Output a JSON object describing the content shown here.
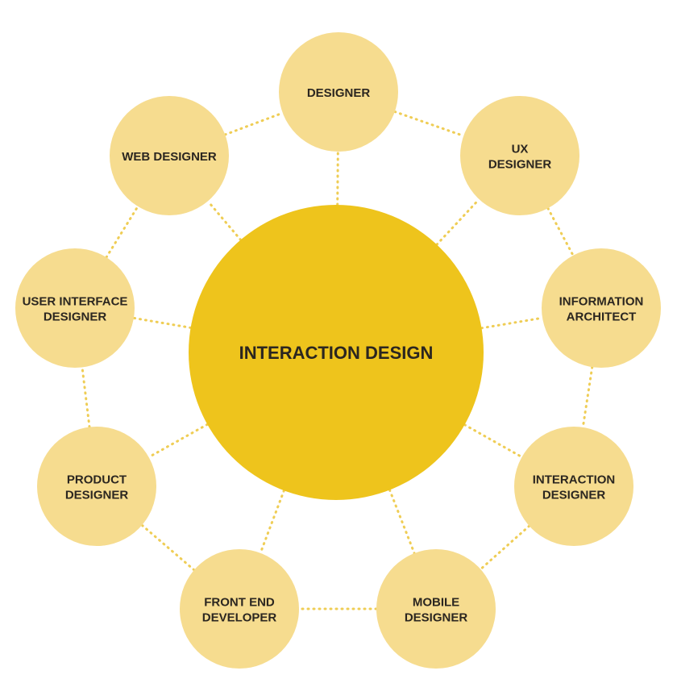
{
  "diagram": {
    "center": {
      "label": "INTERACTION DESIGN"
    },
    "roles": [
      {
        "id": "designer",
        "lines": [
          "DESIGNER"
        ]
      },
      {
        "id": "ux-designer",
        "lines": [
          "UX",
          "DESIGNER"
        ]
      },
      {
        "id": "information-architect",
        "lines": [
          "INFORMATION",
          "ARCHITECT"
        ]
      },
      {
        "id": "interaction-designer",
        "lines": [
          "INTERACTION",
          "DESIGNER"
        ]
      },
      {
        "id": "mobile-designer",
        "lines": [
          "MOBILE",
          "DESIGNER"
        ]
      },
      {
        "id": "front-end-developer",
        "lines": [
          "FRONT END",
          "DEVELOPER"
        ]
      },
      {
        "id": "product-designer",
        "lines": [
          "PRODUCT",
          "DESIGNER"
        ]
      },
      {
        "id": "user-interface-designer",
        "lines": [
          "USER INTERFACE",
          "DESIGNER"
        ]
      },
      {
        "id": "web-designer",
        "lines": [
          "WEB DESIGNER"
        ]
      }
    ],
    "colors": {
      "hub": "#EEC41C",
      "satellite": "#F6DC8F",
      "connector": "#EFCD55",
      "text": "#2B2620"
    }
  }
}
